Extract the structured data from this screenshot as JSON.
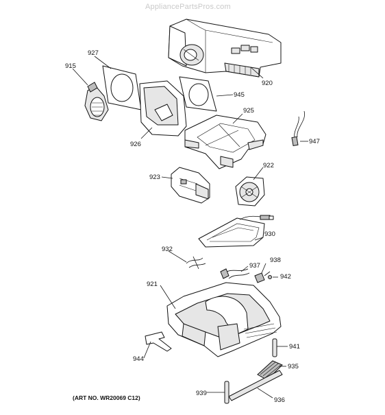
{
  "watermark": "AppliancePartsPros.com",
  "art_number": "(ART NO. WR20069 C12)",
  "labels": {
    "p915": "915",
    "p927": "927",
    "p920": "920",
    "p945": "945",
    "p925": "925",
    "p947": "947",
    "p926": "926",
    "p923": "923",
    "p922": "922",
    "p930": "930",
    "p932": "932",
    "p937": "937",
    "p938": "938",
    "p942": "942",
    "p921": "921",
    "p941": "941",
    "p944": "944",
    "p935": "935",
    "p939": "939",
    "p936": "936"
  }
}
